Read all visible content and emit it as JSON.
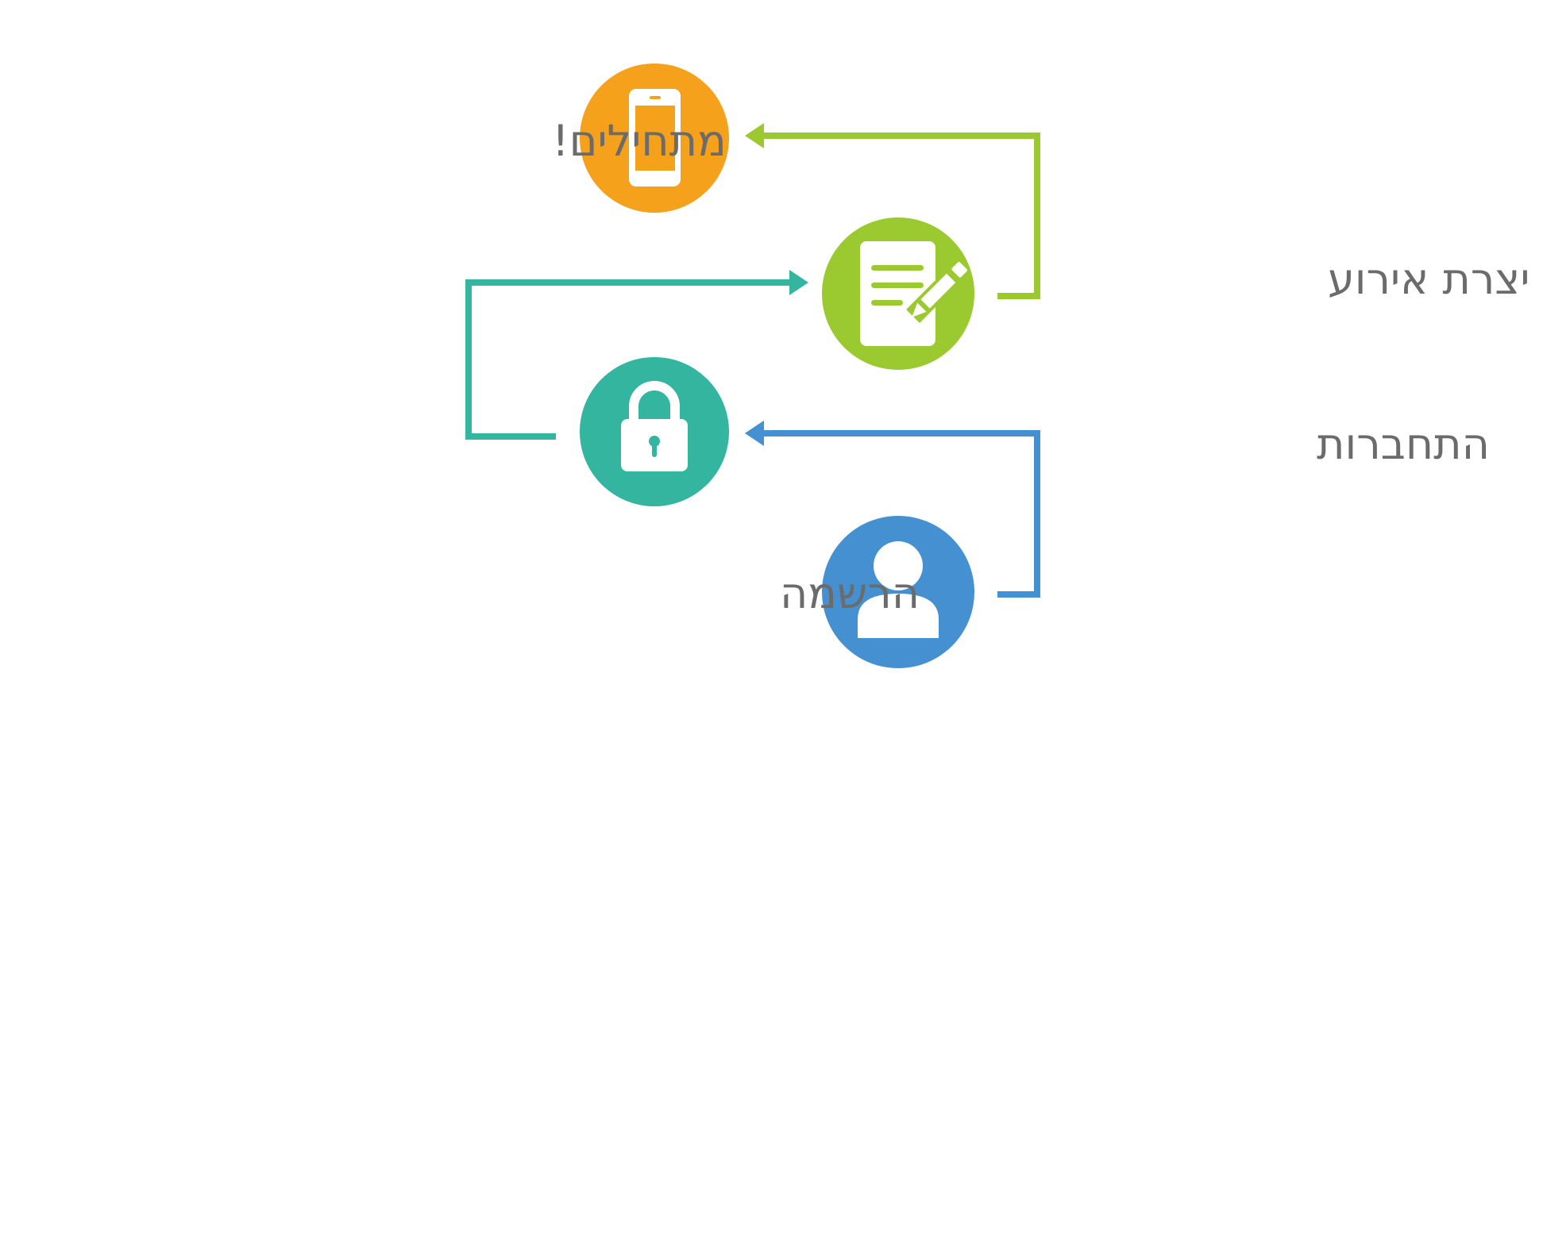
{
  "steps": {
    "start": {
      "label": "מתחילים!",
      "color": "#F5A11C",
      "icon": "smartphone-icon"
    },
    "create": {
      "label": "יצרת אירוע",
      "color": "#9BC930",
      "icon": "document-edit-icon"
    },
    "login": {
      "label": "התחברות",
      "color": "#33B5A0",
      "icon": "lock-icon"
    },
    "signup": {
      "label": "הרשמה",
      "color": "#4490D0",
      "icon": "user-icon"
    }
  },
  "text_color": "#6b6b6b",
  "flow": [
    "הרשמה",
    "התחברות",
    "יצרת אירוע",
    "מתחילים!"
  ]
}
